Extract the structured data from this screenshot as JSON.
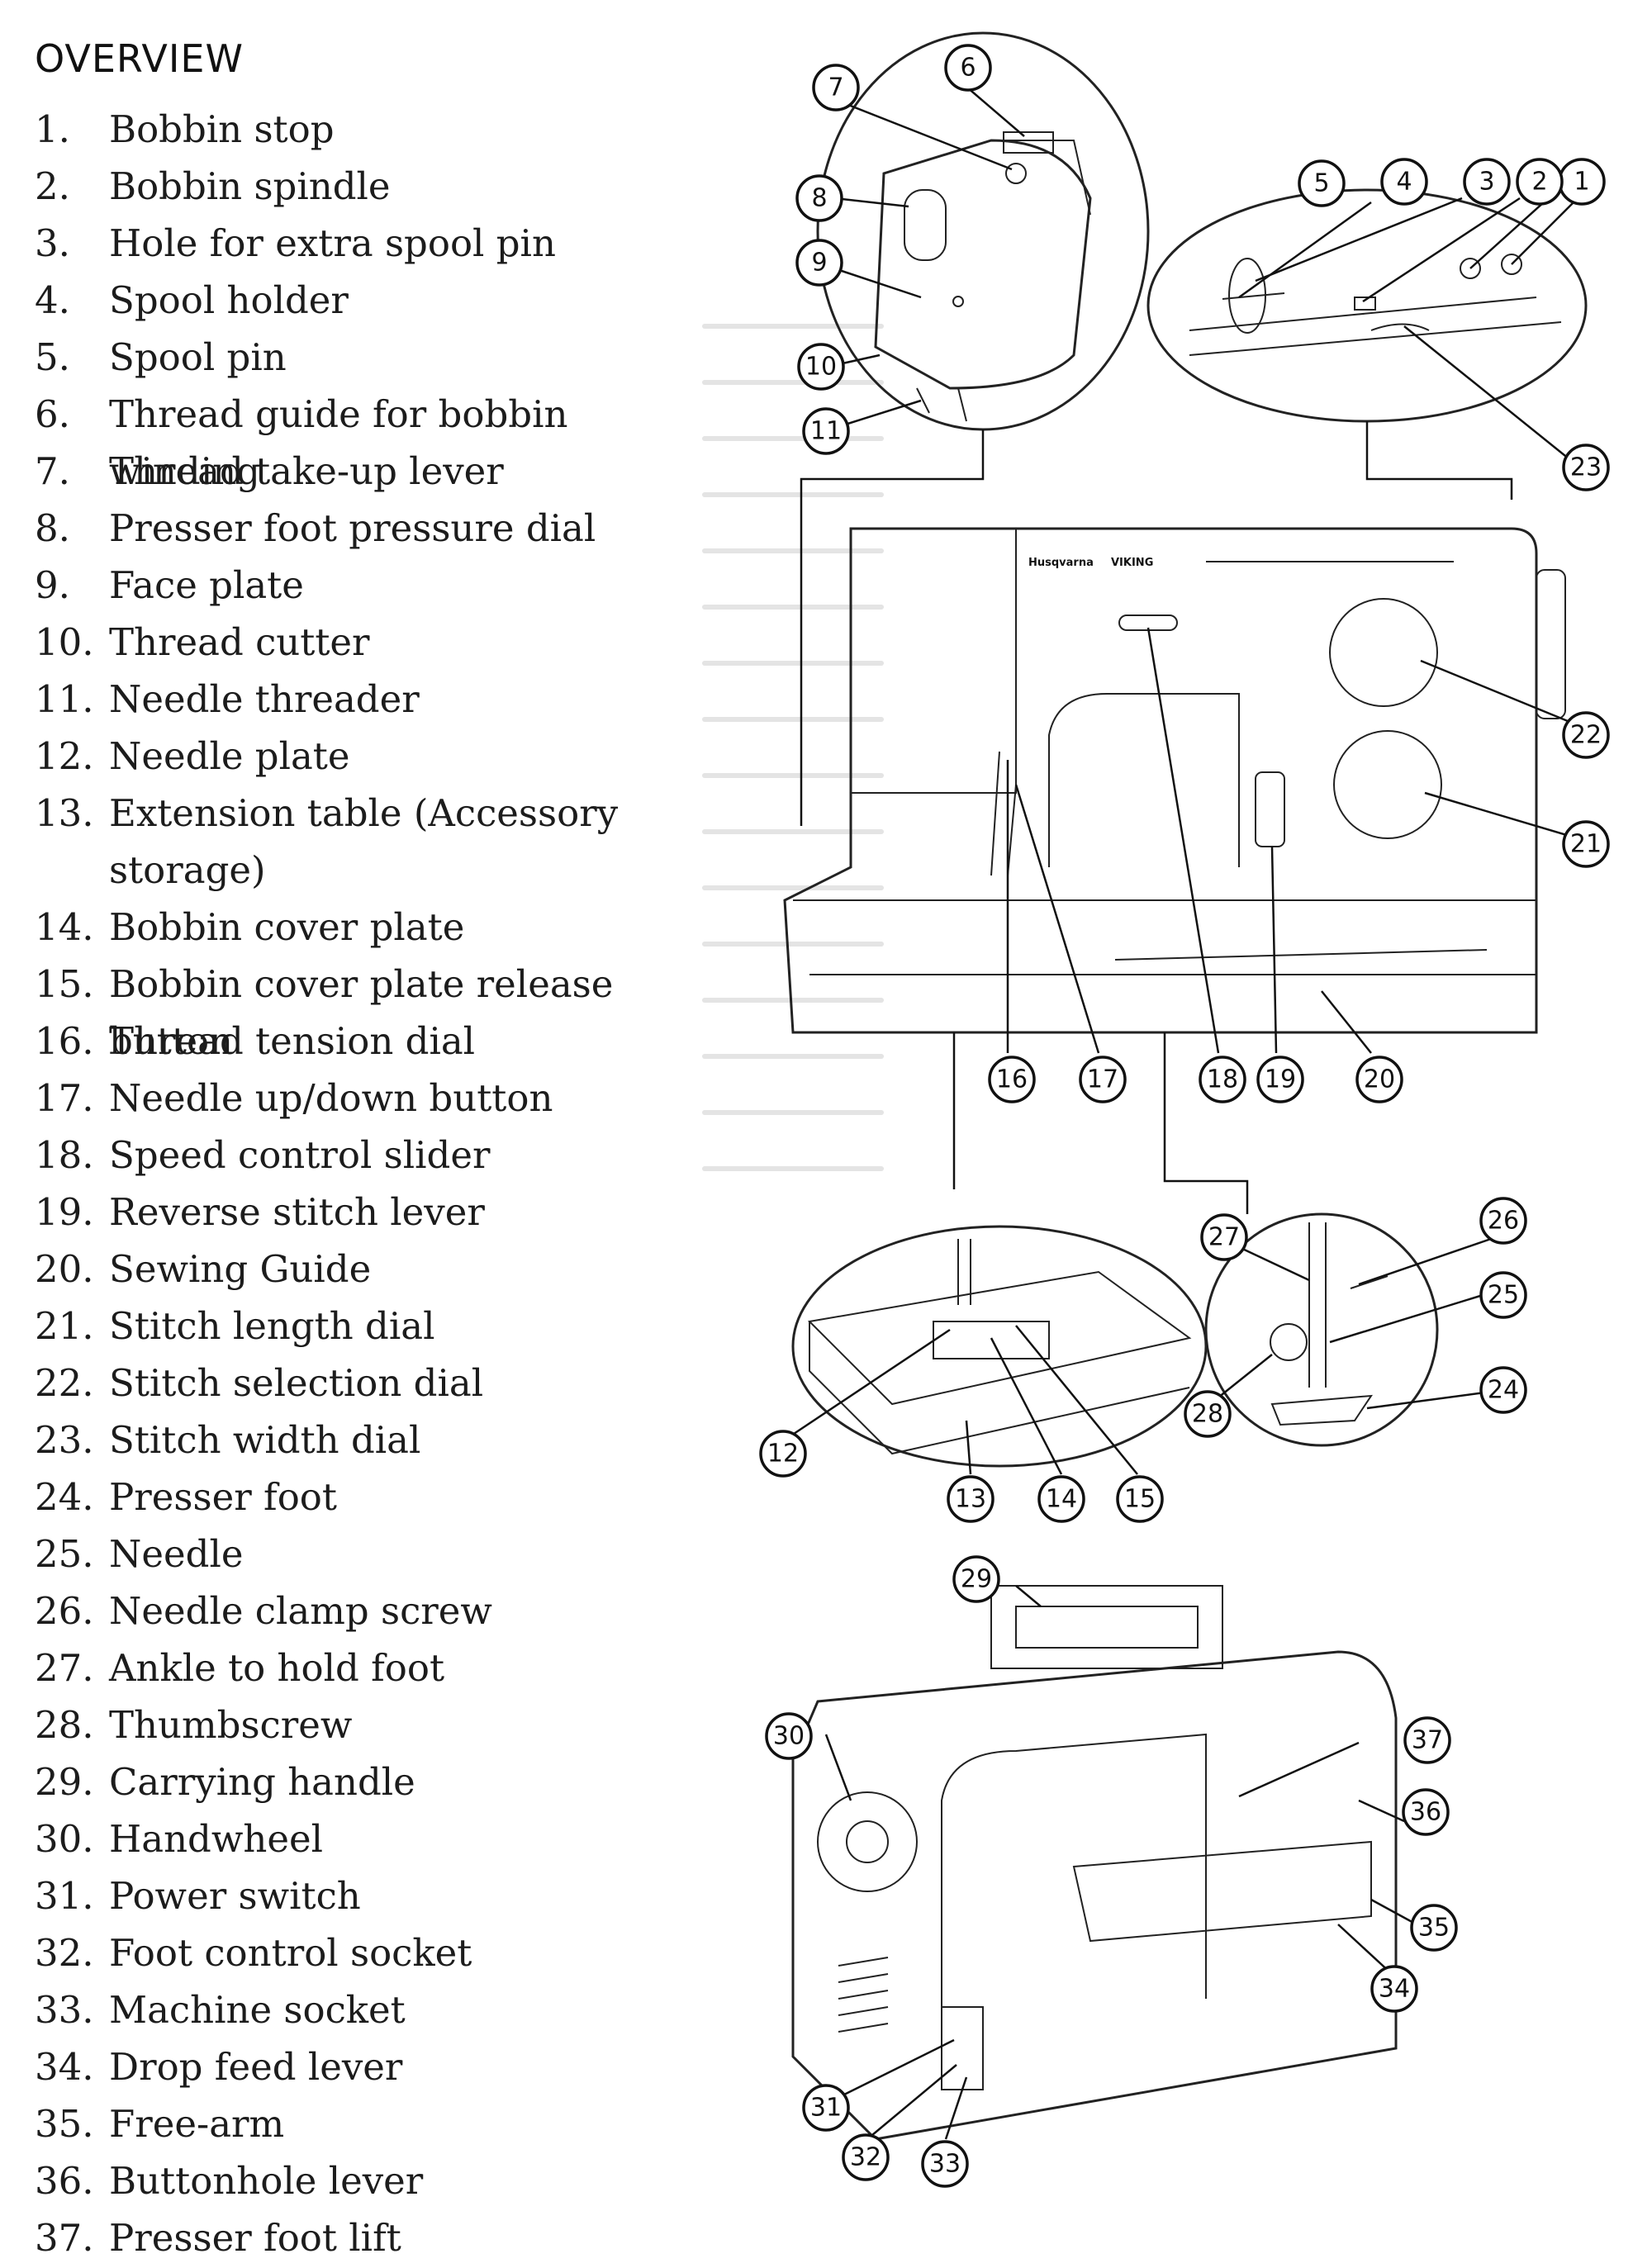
{
  "title": "OVERVIEW",
  "parts": [
    {
      "num": "1.",
      "label": "Bobbin stop"
    },
    {
      "num": "2.",
      "label": "Bobbin spindle"
    },
    {
      "num": "3.",
      "label": "Hole for extra spool pin"
    },
    {
      "num": "4.",
      "label": "Spool holder"
    },
    {
      "num": "5.",
      "label": "Spool pin"
    },
    {
      "num": "6.",
      "label": "Thread guide for bobbin winding"
    },
    {
      "num": "7.",
      "label": "Thread take-up lever"
    },
    {
      "num": "8.",
      "label": "Presser foot pressure dial"
    },
    {
      "num": "9.",
      "label": "Face plate"
    },
    {
      "num": "10.",
      "label": "Thread cutter"
    },
    {
      "num": "11.",
      "label": "Needle threader"
    },
    {
      "num": "12.",
      "label": "Needle plate"
    },
    {
      "num": "13.",
      "label": "Extension table (Accessory storage)"
    },
    {
      "num": "14.",
      "label": "Bobbin cover plate"
    },
    {
      "num": "15.",
      "label": "Bobbin cover plate release button"
    },
    {
      "num": "16.",
      "label": "Thread tension dial"
    },
    {
      "num": "17.",
      "label": "Needle up/down button"
    },
    {
      "num": "18.",
      "label": "Speed control slider"
    },
    {
      "num": "19.",
      "label": "Reverse stitch lever"
    },
    {
      "num": "20.",
      "label": "Sewing Guide"
    },
    {
      "num": "21.",
      "label": "Stitch length dial"
    },
    {
      "num": "22.",
      "label": "Stitch selection dial"
    },
    {
      "num": "23.",
      "label": "Stitch width dial"
    },
    {
      "num": "24.",
      "label": "Presser foot"
    },
    {
      "num": "25.",
      "label": "Needle"
    },
    {
      "num": "26.",
      "label": "Needle clamp screw"
    },
    {
      "num": "27.",
      "label": "Ankle to hold foot"
    },
    {
      "num": "28.",
      "label": "Thumbscrew"
    },
    {
      "num": "29.",
      "label": "Carrying handle"
    },
    {
      "num": "30.",
      "label": "Handwheel"
    },
    {
      "num": "31.",
      "label": "Power switch"
    },
    {
      "num": "32.",
      "label": "Foot control socket"
    },
    {
      "num": "33.",
      "label": "Machine socket"
    },
    {
      "num": "34.",
      "label": "Drop feed lever"
    },
    {
      "num": "35.",
      "label": "Free-arm"
    },
    {
      "num": "36.",
      "label": "Buttonhole lever"
    },
    {
      "num": "37.",
      "label": "Presser foot lift"
    }
  ],
  "diagram": {
    "brand_left": "Husqvarna",
    "brand_right": "VIKING",
    "callouts": [
      "1",
      "2",
      "3",
      "4",
      "5",
      "6",
      "7",
      "8",
      "9",
      "10",
      "11",
      "12",
      "13",
      "14",
      "15",
      "16",
      "17",
      "18",
      "19",
      "20",
      "21",
      "22",
      "23",
      "24",
      "25",
      "26",
      "27",
      "28",
      "29",
      "30",
      "31",
      "32",
      "33",
      "34",
      "35",
      "36",
      "37"
    ]
  }
}
